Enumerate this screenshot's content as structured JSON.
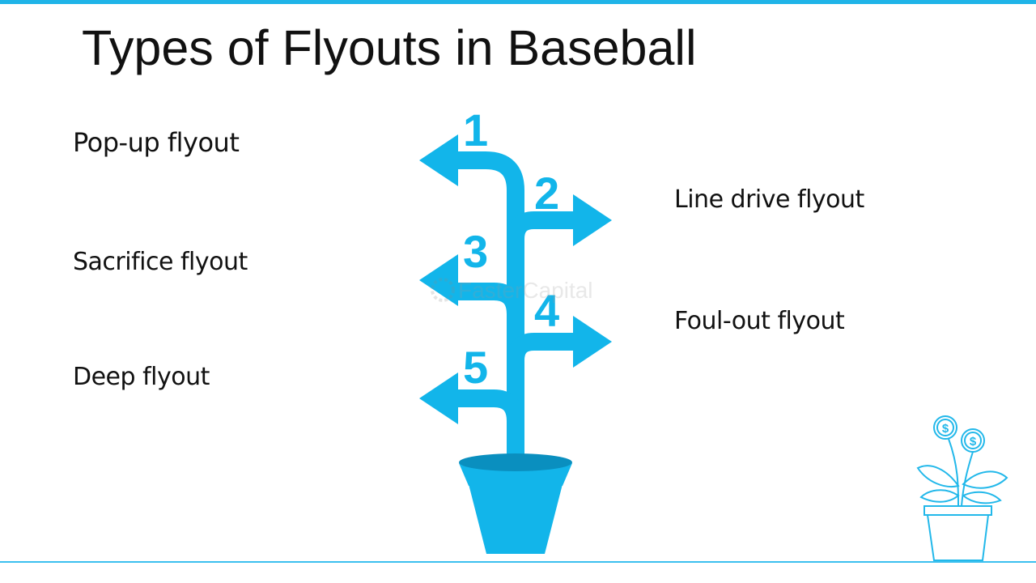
{
  "title": "Types of Flyouts in Baseball",
  "steps": [
    {
      "number": "1",
      "label": "Pop-up flyout"
    },
    {
      "number": "2",
      "label": "Line drive flyout"
    },
    {
      "number": "3",
      "label": "Sacrifice flyout"
    },
    {
      "number": "4",
      "label": "Foul-out flyout"
    },
    {
      "number": "5",
      "label": "Deep flyout"
    }
  ],
  "watermark": "FasterCapital",
  "icon_symbol": "$",
  "colors": {
    "accent": "#1fb4e8",
    "plant": "#12b5ea",
    "pot_dark": "#0a8fbf",
    "text": "#111111"
  },
  "icons": [
    "growing-plant-pot-icon",
    "money-plant-icon"
  ]
}
